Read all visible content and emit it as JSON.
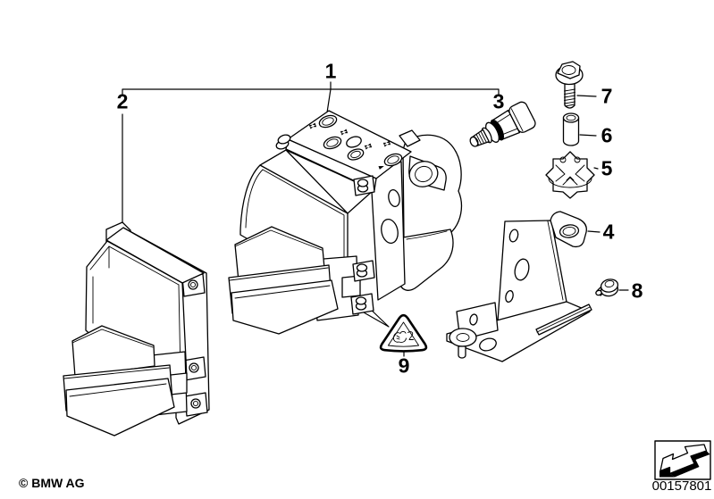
{
  "page": {
    "background": "#ffffff",
    "line_color": "#000000"
  },
  "callouts": [
    {
      "label": "1"
    },
    {
      "label": "2"
    },
    {
      "label": "3"
    },
    {
      "label": "4"
    },
    {
      "label": "5"
    },
    {
      "label": "6"
    },
    {
      "label": "7"
    },
    {
      "label": "8"
    },
    {
      "label": "9"
    }
  ],
  "footer": {
    "copyright": "© BMW AG"
  },
  "stamp": {
    "number": "00157801"
  },
  "icons": {
    "nav_arrow": "arrow-down-left",
    "warning_label": "pinch-warning-triangle"
  }
}
